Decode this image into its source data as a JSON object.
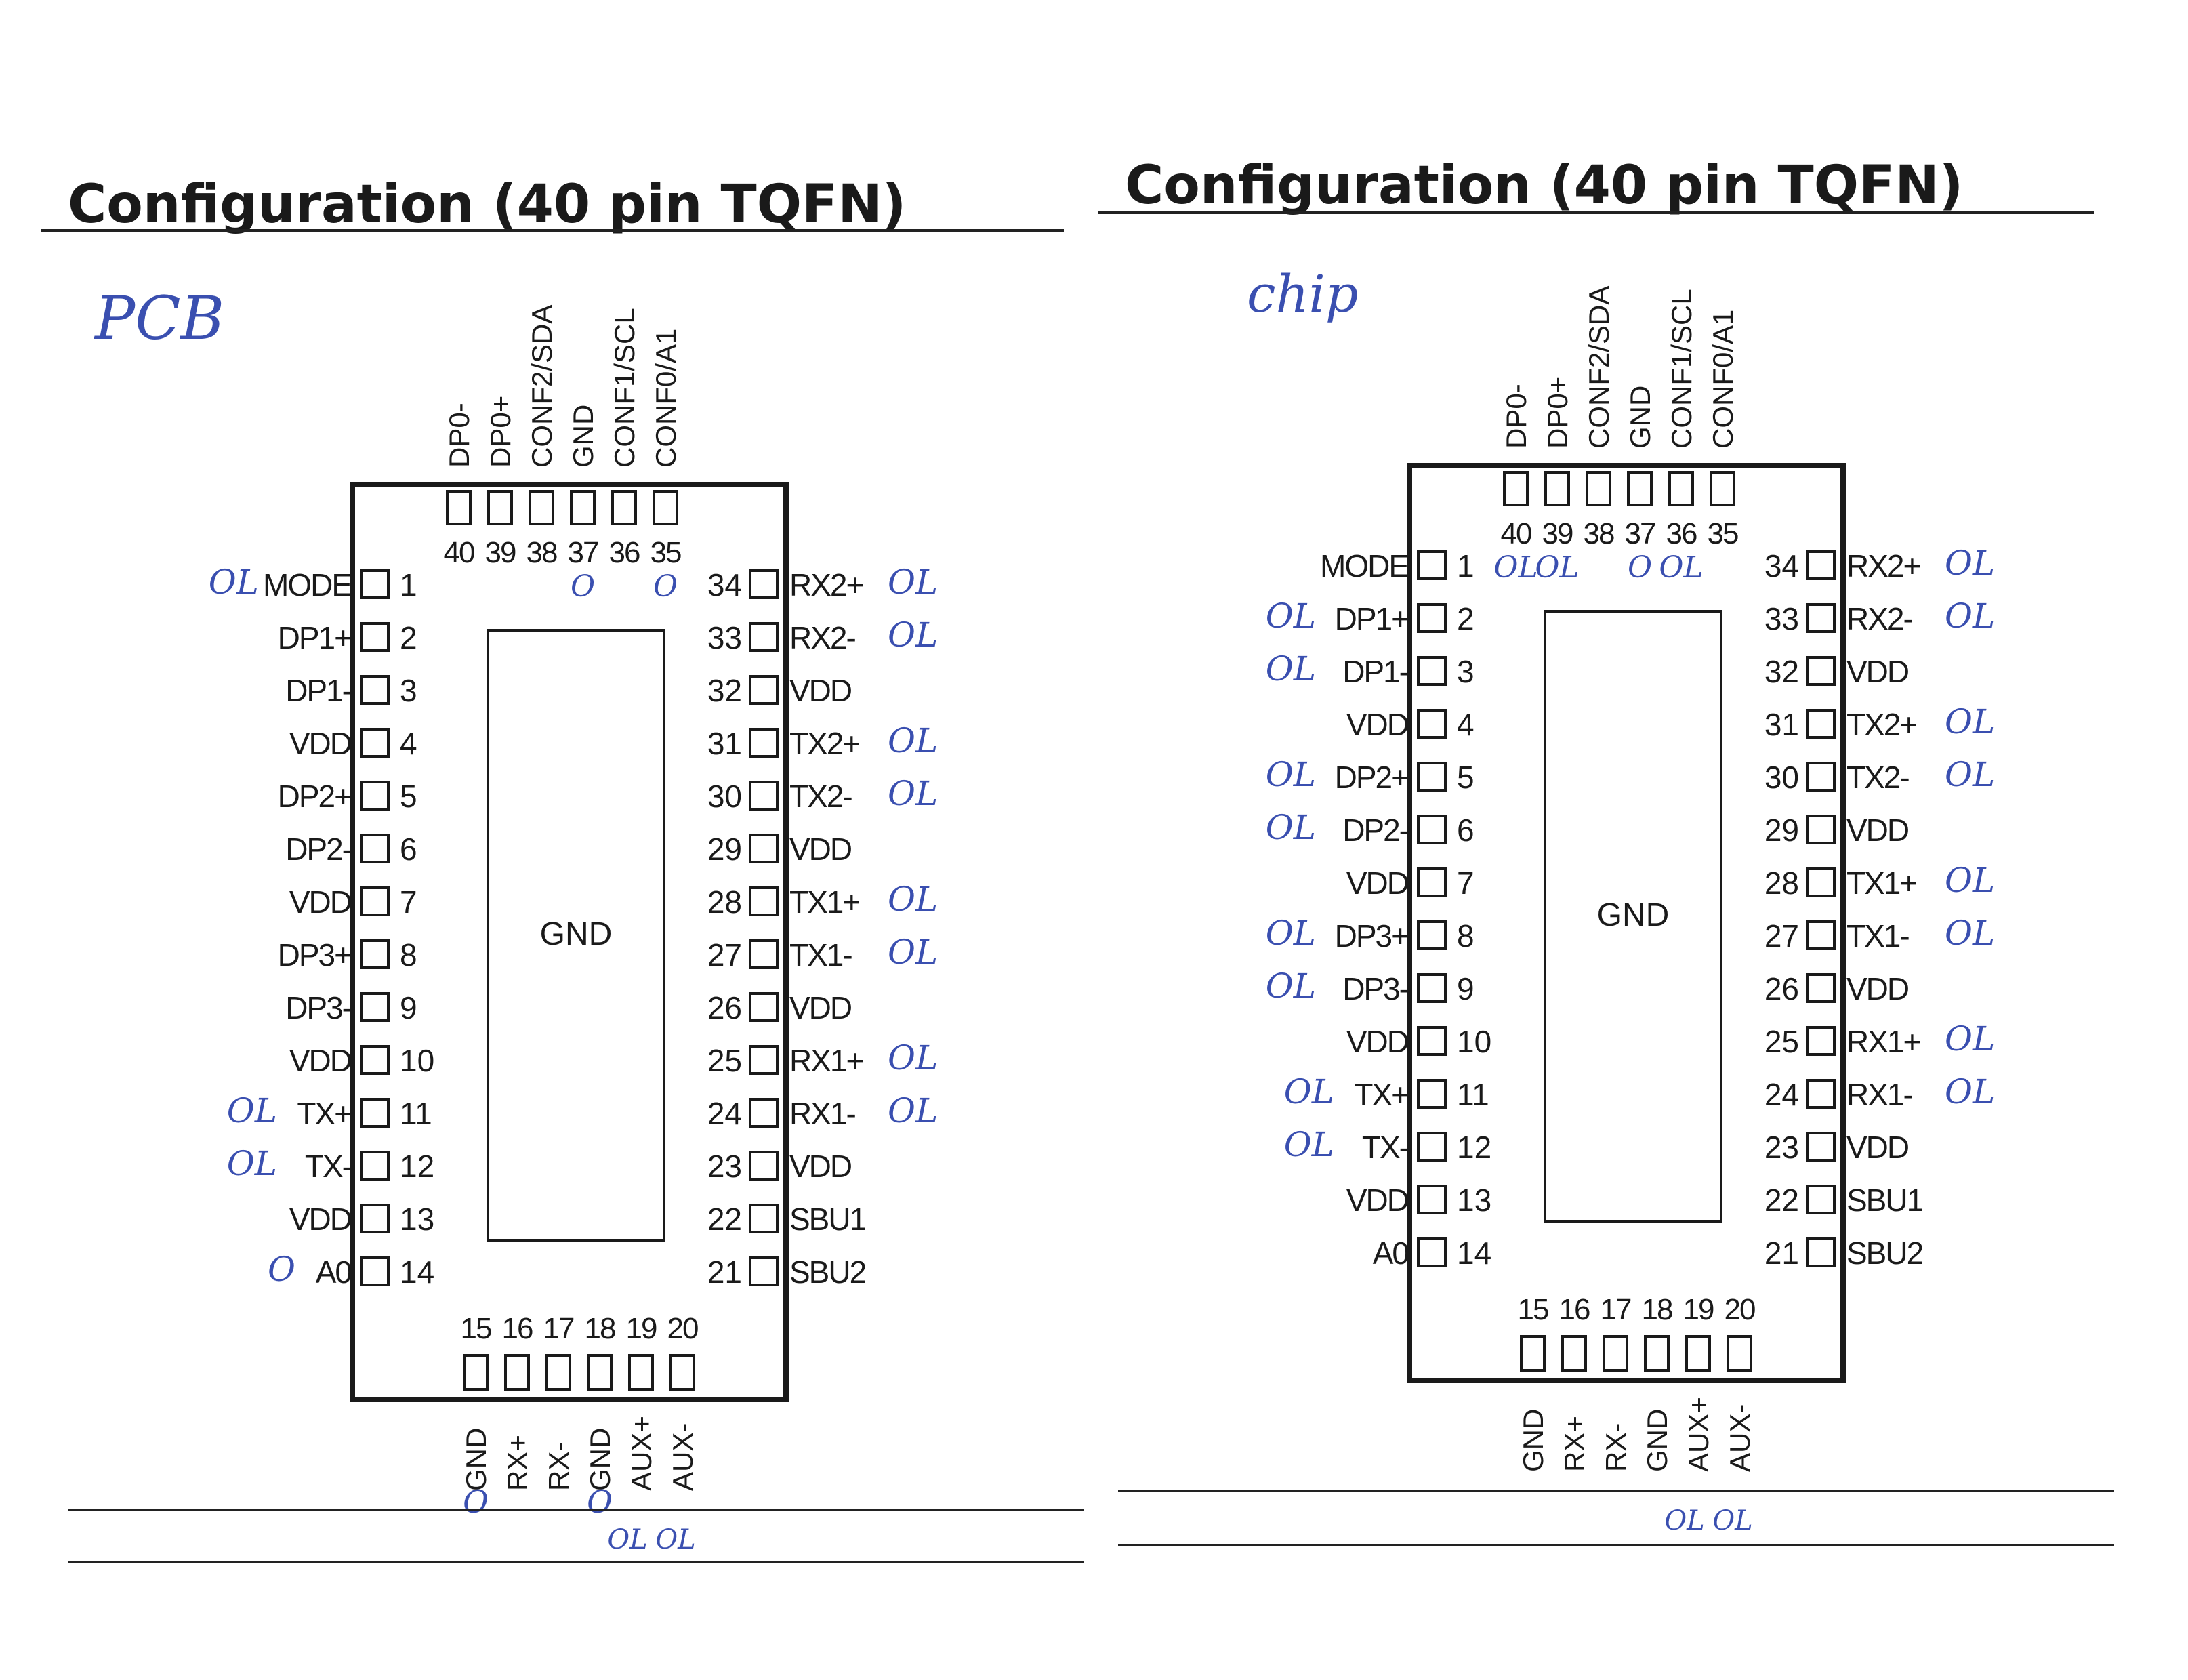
{
  "title_text": "Configuration (40 pin TQFN)",
  "panels": [
    {
      "id": "pcb",
      "title": "Configuration (40 pin TQFN)",
      "tag": "PCB",
      "center_label": "GND",
      "left_pins": [
        {
          "num": "1",
          "name": "MODE",
          "note": "OL"
        },
        {
          "num": "2",
          "name": "DP1+",
          "note": ""
        },
        {
          "num": "3",
          "name": "DP1-",
          "note": ""
        },
        {
          "num": "4",
          "name": "VDD",
          "note": ""
        },
        {
          "num": "5",
          "name": "DP2+",
          "note": ""
        },
        {
          "num": "6",
          "name": "DP2-",
          "note": ""
        },
        {
          "num": "7",
          "name": "VDD",
          "note": ""
        },
        {
          "num": "8",
          "name": "DP3+",
          "note": ""
        },
        {
          "num": "9",
          "name": "DP3-",
          "note": ""
        },
        {
          "num": "10",
          "name": "VDD",
          "note": ""
        },
        {
          "num": "11",
          "name": "TX+",
          "note": "OL"
        },
        {
          "num": "12",
          "name": "TX-",
          "note": "OL"
        },
        {
          "num": "13",
          "name": "VDD",
          "note": ""
        },
        {
          "num": "14",
          "name": "A0",
          "note": "O"
        }
      ],
      "right_pins": [
        {
          "num": "34",
          "name": "RX2+",
          "note": "OL"
        },
        {
          "num": "33",
          "name": "RX2-",
          "note": "OL"
        },
        {
          "num": "32",
          "name": "VDD",
          "note": ""
        },
        {
          "num": "31",
          "name": "TX2+",
          "note": "OL"
        },
        {
          "num": "30",
          "name": "TX2-",
          "note": "OL"
        },
        {
          "num": "29",
          "name": "VDD",
          "note": ""
        },
        {
          "num": "28",
          "name": "TX1+",
          "note": "OL"
        },
        {
          "num": "27",
          "name": "TX1-",
          "note": "OL"
        },
        {
          "num": "26",
          "name": "VDD",
          "note": ""
        },
        {
          "num": "25",
          "name": "RX1+",
          "note": "OL"
        },
        {
          "num": "24",
          "name": "RX1-",
          "note": "OL"
        },
        {
          "num": "23",
          "name": "VDD",
          "note": ""
        },
        {
          "num": "22",
          "name": "SBU1",
          "note": ""
        },
        {
          "num": "21",
          "name": "SBU2",
          "note": ""
        }
      ],
      "top_pins": [
        {
          "num": "40",
          "name": "DP0-",
          "note": ""
        },
        {
          "num": "39",
          "name": "DP0+",
          "note": ""
        },
        {
          "num": "38",
          "name": "CONF2/SDA",
          "note": ""
        },
        {
          "num": "37",
          "name": "GND",
          "note": "O"
        },
        {
          "num": "36",
          "name": "CONF1/SCL",
          "note": ""
        },
        {
          "num": "35",
          "name": "CONF0/A1",
          "note": "O"
        }
      ],
      "bottom_pins": [
        {
          "num": "15",
          "name": "GND",
          "note": "O"
        },
        {
          "num": "16",
          "name": "RX+",
          "note": ""
        },
        {
          "num": "17",
          "name": "RX-",
          "note": ""
        },
        {
          "num": "18",
          "name": "GND",
          "note": "O"
        },
        {
          "num": "19",
          "name": "AUX+",
          "note": "OL"
        },
        {
          "num": "20",
          "name": "AUX-",
          "note": "OL"
        }
      ]
    },
    {
      "id": "chip",
      "title": "Configuration (40 pin TQFN)",
      "tag": "chip",
      "center_label": "GND",
      "left_pins": [
        {
          "num": "1",
          "name": "MODE",
          "note": ""
        },
        {
          "num": "2",
          "name": "DP1+",
          "note": "OL"
        },
        {
          "num": "3",
          "name": "DP1-",
          "note": "OL"
        },
        {
          "num": "4",
          "name": "VDD",
          "note": ""
        },
        {
          "num": "5",
          "name": "DP2+",
          "note": "OL"
        },
        {
          "num": "6",
          "name": "DP2-",
          "note": "OL"
        },
        {
          "num": "7",
          "name": "VDD",
          "note": ""
        },
        {
          "num": "8",
          "name": "DP3+",
          "note": "OL"
        },
        {
          "num": "9",
          "name": "DP3-",
          "note": "OL"
        },
        {
          "num": "10",
          "name": "VDD",
          "note": ""
        },
        {
          "num": "11",
          "name": "TX+",
          "note": "OL"
        },
        {
          "num": "12",
          "name": "TX-",
          "note": "OL"
        },
        {
          "num": "13",
          "name": "VDD",
          "note": ""
        },
        {
          "num": "14",
          "name": "A0",
          "note": ""
        }
      ],
      "right_pins": [
        {
          "num": "34",
          "name": "RX2+",
          "note": "OL"
        },
        {
          "num": "33",
          "name": "RX2-",
          "note": "OL"
        },
        {
          "num": "32",
          "name": "VDD",
          "note": ""
        },
        {
          "num": "31",
          "name": "TX2+",
          "note": "OL"
        },
        {
          "num": "30",
          "name": "TX2-",
          "note": "OL"
        },
        {
          "num": "29",
          "name": "VDD",
          "note": ""
        },
        {
          "num": "28",
          "name": "TX1+",
          "note": "OL"
        },
        {
          "num": "27",
          "name": "TX1-",
          "note": "OL"
        },
        {
          "num": "26",
          "name": "VDD",
          "note": ""
        },
        {
          "num": "25",
          "name": "RX1+",
          "note": "OL"
        },
        {
          "num": "24",
          "name": "RX1-",
          "note": "OL"
        },
        {
          "num": "23",
          "name": "VDD",
          "note": ""
        },
        {
          "num": "22",
          "name": "SBU1",
          "note": ""
        },
        {
          "num": "21",
          "name": "SBU2",
          "note": ""
        }
      ],
      "top_pins": [
        {
          "num": "40",
          "name": "DP0-",
          "note": "OL"
        },
        {
          "num": "39",
          "name": "DP0+",
          "note": "OL"
        },
        {
          "num": "38",
          "name": "CONF2/SDA",
          "note": ""
        },
        {
          "num": "37",
          "name": "GND",
          "note": "O"
        },
        {
          "num": "36",
          "name": "CONF1/SCL",
          "note": "OL"
        },
        {
          "num": "35",
          "name": "CONF0/A1",
          "note": ""
        }
      ],
      "bottom_pins": [
        {
          "num": "15",
          "name": "GND",
          "note": ""
        },
        {
          "num": "16",
          "name": "RX+",
          "note": ""
        },
        {
          "num": "17",
          "name": "RX-",
          "note": ""
        },
        {
          "num": "18",
          "name": "GND",
          "note": ""
        },
        {
          "num": "19",
          "name": "AUX+",
          "note": "OL"
        },
        {
          "num": "20",
          "name": "AUX-",
          "note": "OL"
        }
      ]
    }
  ]
}
